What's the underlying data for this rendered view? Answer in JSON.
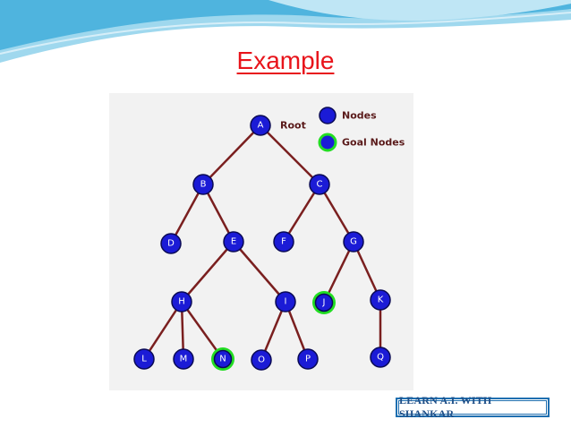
{
  "slide": {
    "title": "Example"
  },
  "tree": {
    "root_label": "Root",
    "nodes": [
      {
        "id": "A",
        "goal": false
      },
      {
        "id": "B",
        "goal": false
      },
      {
        "id": "C",
        "goal": false
      },
      {
        "id": "D",
        "goal": false
      },
      {
        "id": "E",
        "goal": false
      },
      {
        "id": "F",
        "goal": false
      },
      {
        "id": "G",
        "goal": false
      },
      {
        "id": "H",
        "goal": false
      },
      {
        "id": "I",
        "goal": false
      },
      {
        "id": "J",
        "goal": true
      },
      {
        "id": "K",
        "goal": false
      },
      {
        "id": "L",
        "goal": false
      },
      {
        "id": "M",
        "goal": false
      },
      {
        "id": "N",
        "goal": true
      },
      {
        "id": "O",
        "goal": false
      },
      {
        "id": "P",
        "goal": false
      },
      {
        "id": "Q",
        "goal": false
      }
    ],
    "edges": [
      [
        "A",
        "B"
      ],
      [
        "A",
        "C"
      ],
      [
        "B",
        "D"
      ],
      [
        "B",
        "E"
      ],
      [
        "C",
        "F"
      ],
      [
        "C",
        "G"
      ],
      [
        "E",
        "H"
      ],
      [
        "E",
        "I"
      ],
      [
        "G",
        "J"
      ],
      [
        "G",
        "K"
      ],
      [
        "H",
        "L"
      ],
      [
        "H",
        "M"
      ],
      [
        "H",
        "N"
      ],
      [
        "I",
        "O"
      ],
      [
        "I",
        "P"
      ],
      [
        "K",
        "Q"
      ]
    ]
  },
  "legend": {
    "items": [
      {
        "label": "Nodes",
        "kind": "node"
      },
      {
        "label": "Goal Nodes",
        "kind": "goal"
      }
    ]
  },
  "colors": {
    "node_fill": "#1b1bd6",
    "node_stroke": "#0a0a55",
    "goal_ring": "#22dd22",
    "edge": "#7a1f1f"
  },
  "branding": {
    "text": "LEARN A.I. WITH SHANKAR"
  }
}
